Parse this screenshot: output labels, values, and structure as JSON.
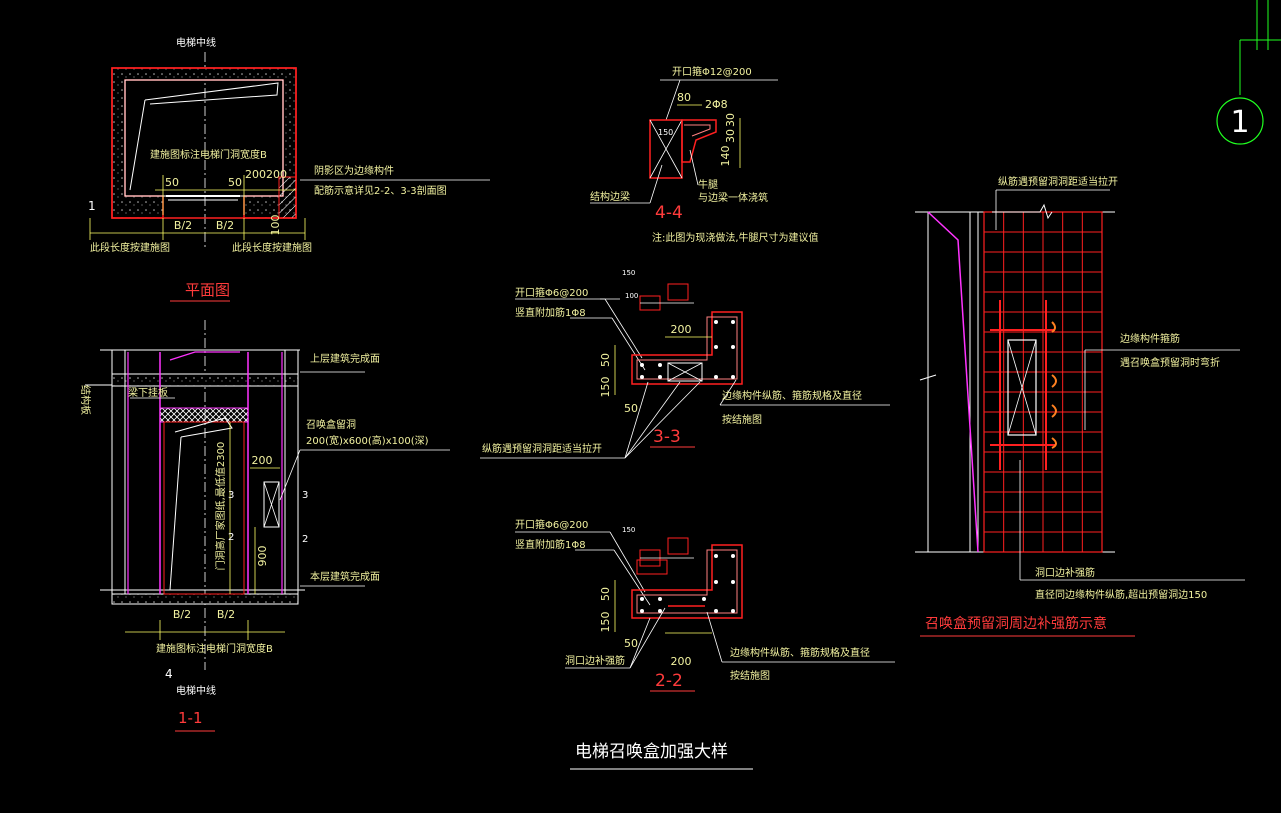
{
  "title": "电梯召唤盒加强大样",
  "colors": {
    "background": "#000000",
    "red": "#ff2020",
    "yellow": "#ffff66",
    "magenta": "#ff33ff",
    "white": "#ffffff",
    "green": "#20ff20",
    "pink": "#ff8080"
  },
  "axis_bubble": "1",
  "plan": {
    "title": "平面图",
    "centerline": "电梯中线",
    "door_width_note": "建施图标注电梯门洞宽度B",
    "dims": [
      "50",
      "50",
      "200",
      "200",
      "B/2",
      "B/2",
      "100"
    ],
    "mark": "1",
    "note_edge": "阴影区为边缘构件",
    "note_detail": "配筋示意详见2-2、3-3剖面图",
    "note_len_left": "此段长度按建施图",
    "note_len_right": "此段长度按建施图"
  },
  "section11": {
    "title": "1-1",
    "centerline": "电梯中线",
    "upper_floor": "上层建筑完成面",
    "lower_floor": "本层建筑完成面",
    "floor_board": "结构板",
    "beam": "梁下挂板",
    "callbox": "召唤盒留洞",
    "callbox_size": "200(宽)x600(高)x100(深)",
    "door_note": "门洞高厂家图纸,最低值2300",
    "door_width_note": "建施图标注电梯门洞宽度B",
    "dims": [
      "200",
      "900",
      "B/2",
      "B/2"
    ],
    "cuts": [
      "3",
      "3",
      "2",
      "2"
    ],
    "mark": "4"
  },
  "section44": {
    "title": "4-4",
    "top_bar": "开口箍Φ12@200",
    "dims": [
      "80",
      "2Φ8",
      "30",
      "30",
      "150",
      "140"
    ],
    "label_left": "结构边梁",
    "label_right1": "牛腿",
    "label_right2": "与边梁一体浇筑",
    "note": "注:此图为现浇做法,牛腿尺寸为建议值"
  },
  "section33": {
    "title": "3-3",
    "small_dims": [
      "150",
      "100"
    ],
    "bar1": "开口箍Φ6@200",
    "bar2": "竖直附加筋1Φ8",
    "dims": [
      "200",
      "50",
      "150",
      "50"
    ],
    "edge_note": "边缘构件纵筋、箍筋规格及直径",
    "edge_note2": "按结施图",
    "bottom_note": "纵筋遇预留洞洞距适当拉开"
  },
  "section22": {
    "title": "2-2",
    "small_dims": [
      "150"
    ],
    "bar1": "开口箍Φ6@200",
    "bar2": "竖直附加筋1Φ8",
    "dims": [
      "50",
      "150",
      "50",
      "200"
    ],
    "edge_note": "边缘构件纵筋、箍筋规格及直径",
    "edge_note2": "按结施图",
    "bottom_note": "洞口边补强筋"
  },
  "rebar": {
    "title": "召唤盒预留洞周边补强筋示意",
    "top_note": "纵筋遇预留洞洞距适当拉开",
    "right_note1": "边缘构件箍筋",
    "right_note2": "遇召唤盒预留洞时弯折",
    "bottom_note1": "洞口边补强筋",
    "bottom_note2": "直径同边缘构件纵筋,超出预留洞边150"
  }
}
